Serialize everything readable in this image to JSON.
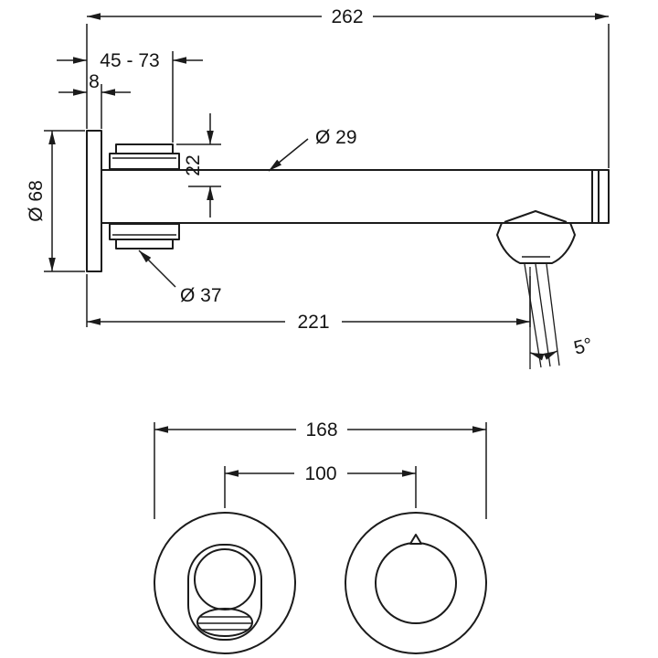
{
  "side_view": {
    "overall_length": "262",
    "mounting_depth_range": "45 - 73",
    "plate_thickness": "8",
    "spout_diameter": "Ø 29",
    "vertical_offset": "22",
    "escutcheon_diameter": "Ø 68",
    "base_diameter": "Ø 37",
    "spout_reach": "221",
    "stream_angle": "5°"
  },
  "front_view": {
    "overall_width": "168",
    "center_distance": "100"
  }
}
